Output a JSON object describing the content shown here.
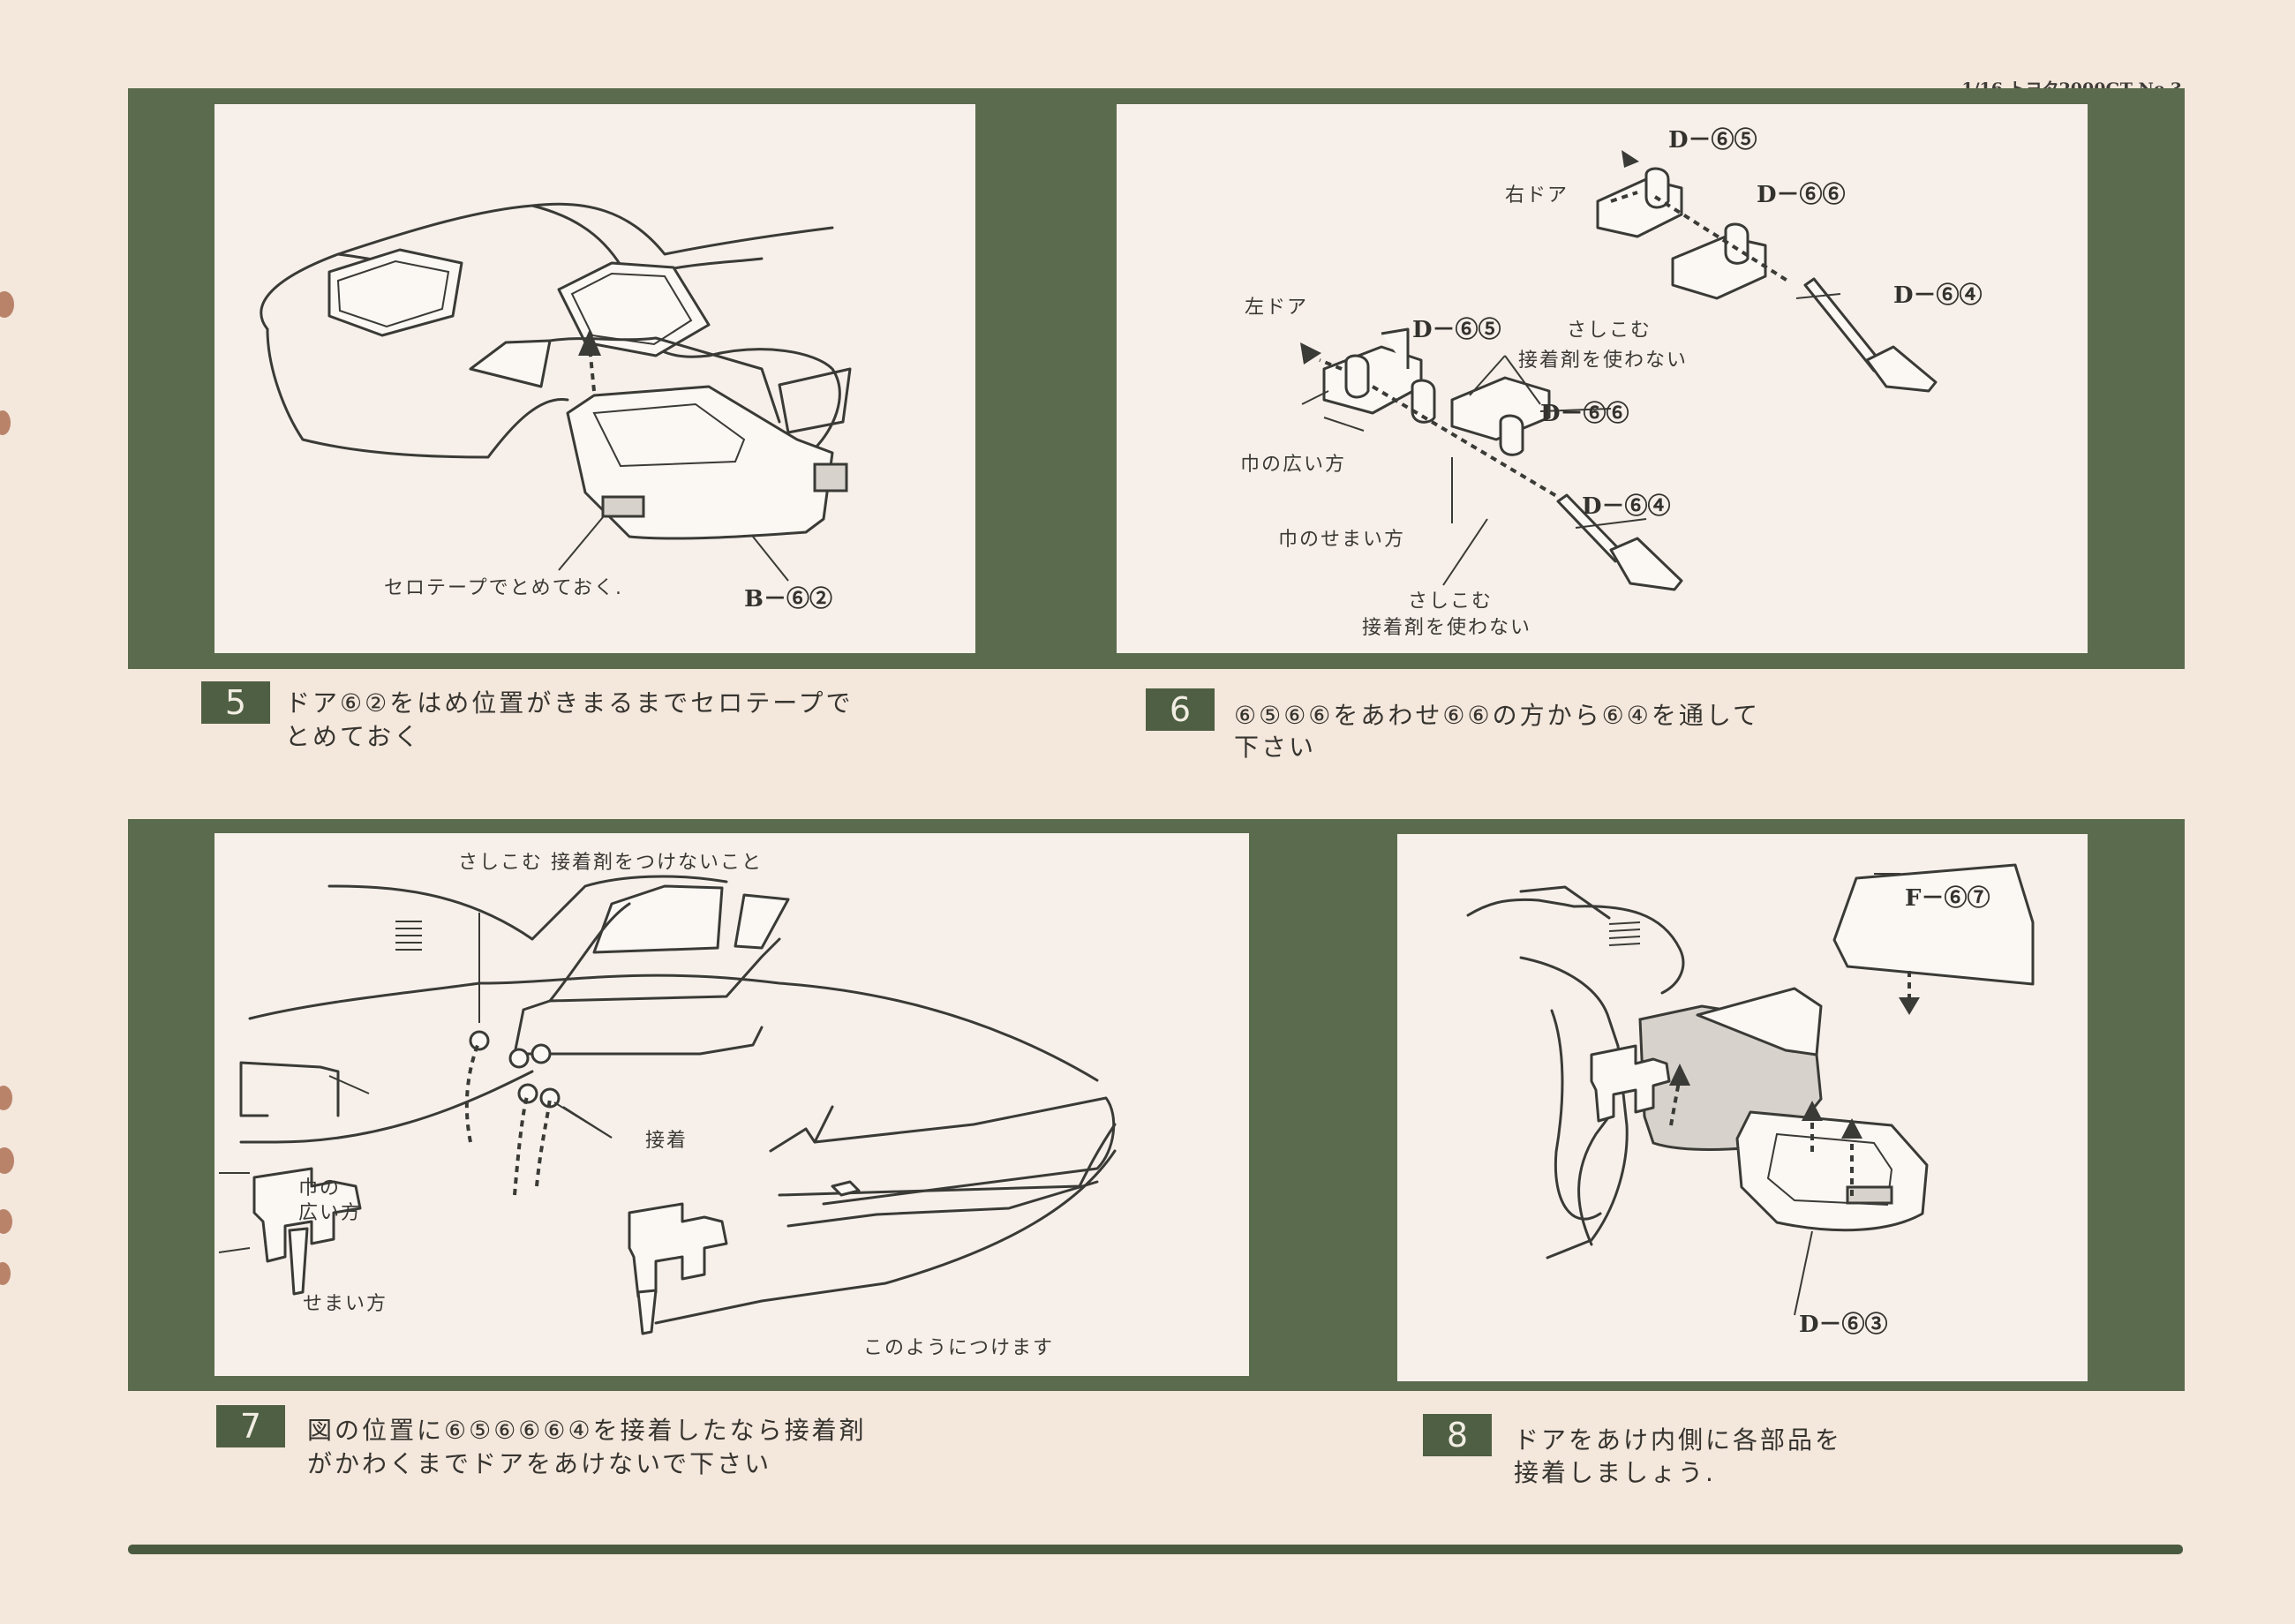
{
  "header": {
    "text": "1/16 トヨタ2000GT No.3"
  },
  "steps": [
    {
      "number": "5",
      "caption": [
        "ドア⑥②をはめ位置がきまるまでセロテープで",
        "とめておく"
      ],
      "labels": {
        "tape_note": "セロテープでとめておく.",
        "part_door": "B－⑥②"
      }
    },
    {
      "number": "6",
      "caption": [
        "⑥⑤⑥⑥をあわせ⑥⑥の方から⑥④を通して",
        "下さい"
      ],
      "labels": {
        "right_door": "右ドア",
        "left_door": "左ドア",
        "part_65_top": "D－⑥⑤",
        "part_66_top": "D－⑥⑥",
        "part_64_top": "D－⑥④",
        "part_65_mid": "D－⑥⑤",
        "part_66_mid": "D－⑥⑥",
        "part_64_mid": "D－⑥④",
        "insert_1": "さしこむ",
        "no_glue_1": "接着剤を使わない",
        "wide_side": "巾の広い方",
        "narrow_side": "巾のせまい方",
        "insert_2": "さしこむ",
        "no_glue_2": "接着剤を使わない"
      }
    },
    {
      "number": "7",
      "caption": [
        "図の位置に⑥⑤⑥⑥⑥④を接着したなら接着剤",
        "がかわくまでドアをあけないで下さい"
      ],
      "labels": {
        "insert_no_glue": "さしこむ 接着剤をつけないこと",
        "glue": "接着",
        "wide_1": "巾の",
        "wide_2": "広い方",
        "narrow": "せまい方",
        "attach_like_this": "このようにつけます"
      }
    },
    {
      "number": "8",
      "caption": [
        "ドアをあけ内側に各部品を",
        "接着しましょう."
      ],
      "labels": {
        "part_67": "F－⑥⑦",
        "part_63": "D－⑥③"
      }
    }
  ],
  "colors": {
    "paper": "#f4e7dc",
    "panel": "#f7f0ea",
    "frame_green": "#5b6c4e",
    "step_box": "#4f5f43"
  }
}
